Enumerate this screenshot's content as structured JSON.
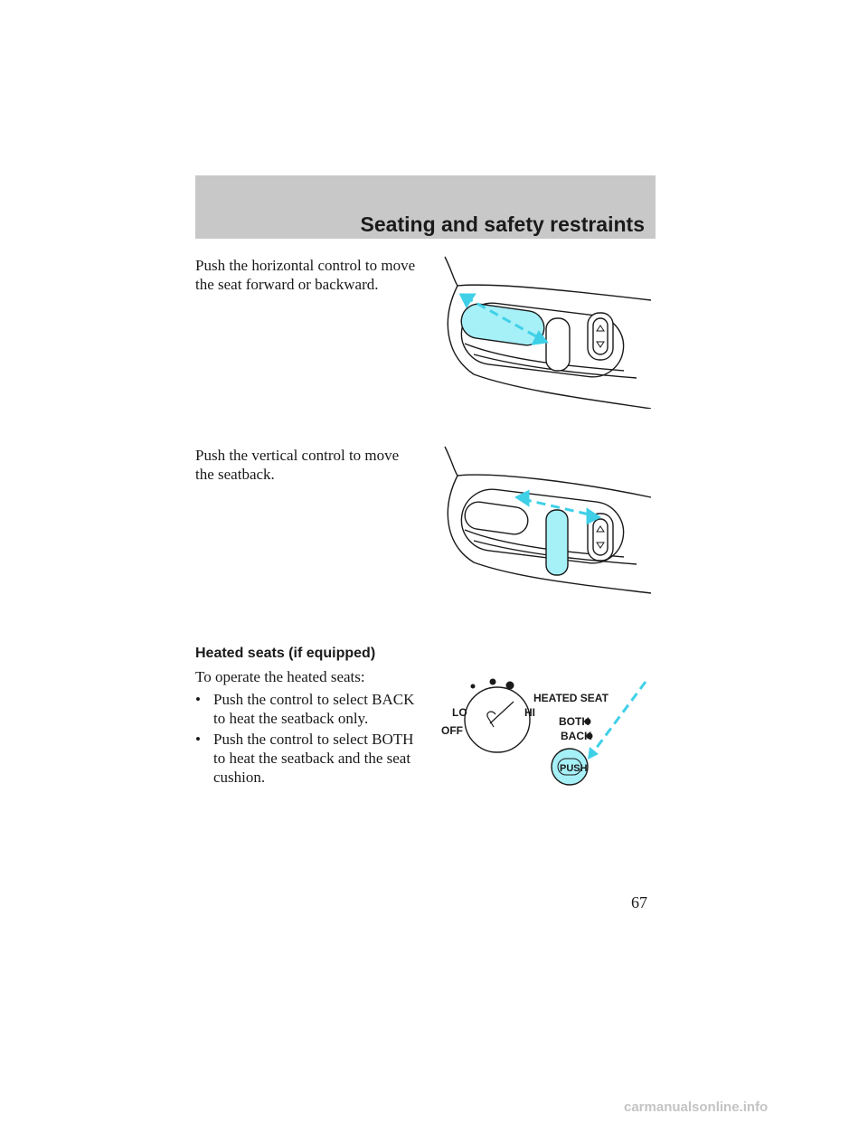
{
  "header": {
    "title": "Seating and safety restraints"
  },
  "sections": {
    "horizontal_control": {
      "text_line1": "Push the horizontal control to move",
      "text_line2": "the seat forward or backward."
    },
    "vertical_control": {
      "text_line1": "Push the vertical control to move",
      "text_line2": "the seatback."
    },
    "heated_seats": {
      "heading": "Heated seats (if equipped)",
      "intro": "To operate the heated seats:",
      "bullets": [
        {
          "marker": "•",
          "line1": "Push the control to select BACK",
          "line2": "to heat the seatback only.",
          "line3": ""
        },
        {
          "marker": "•",
          "line1": "Push the control to select BOTH",
          "line2": "to heat the seatback and the seat",
          "line3": "cushion."
        }
      ]
    }
  },
  "illustrations": {
    "heated_seat_panel": {
      "label_heated_seat": "HEATED SEAT",
      "label_lo": "LO",
      "label_hi": "HI",
      "label_off": "OFF",
      "label_both": "BOTH",
      "label_back": "BACK",
      "label_push": "PUSH"
    }
  },
  "colors": {
    "highlight": "#a6f0f7",
    "arrow": "#3fd0e8",
    "header_band": "#c8c8c8"
  },
  "page": {
    "number": "67"
  },
  "footer": {
    "watermark": "carmanualsonline.info"
  }
}
